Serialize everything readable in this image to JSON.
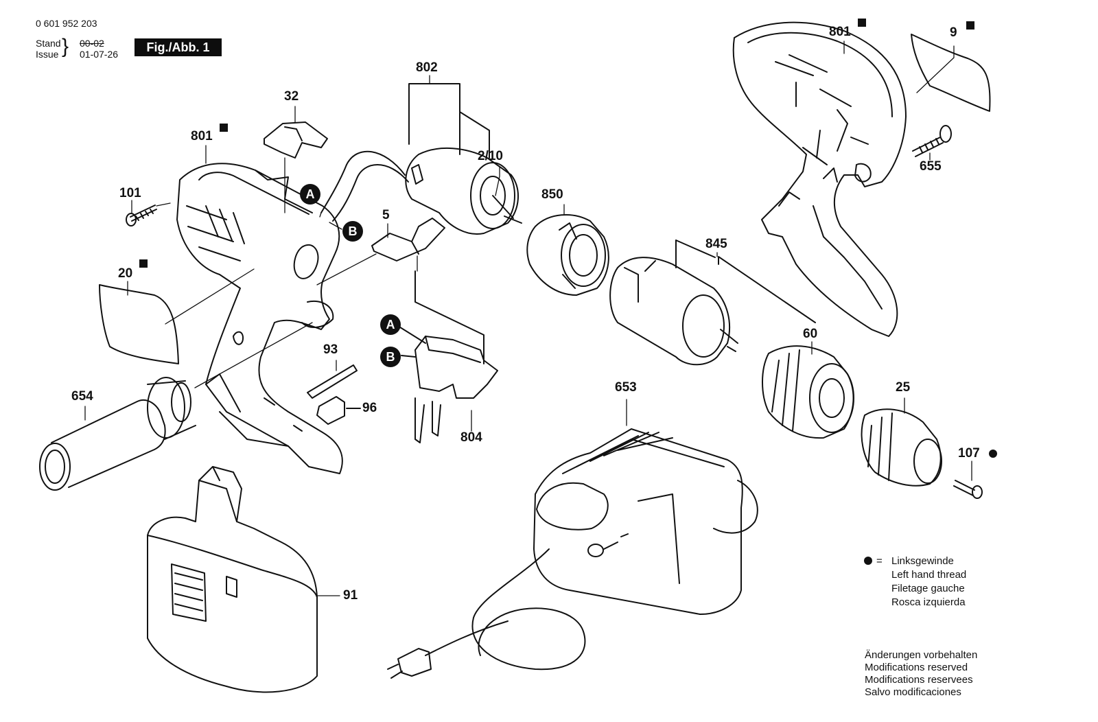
{
  "header": {
    "part_number": "0 601 952 203",
    "stand_label": "Stand",
    "stand_value": "00-02",
    "issue_label": "Issue",
    "issue_value": "01-07-26",
    "figure": "Fig./Abb. 1"
  },
  "parts": {
    "p32": "32",
    "p801_left": "801",
    "p101": "101",
    "p20": "20",
    "p654": "654",
    "p91": "91",
    "p802": "802",
    "p2_10": "2/10",
    "p5": "5",
    "p93": "93",
    "p96": "96",
    "p804": "804",
    "p850": "850",
    "p845": "845",
    "p60": "60",
    "p25": "25",
    "p107": "107",
    "p653": "653",
    "p801_right": "801",
    "p9": "9",
    "p655": "655"
  },
  "connectors": {
    "a_top": "A",
    "b_top": "B",
    "a_switch": "A",
    "b_switch": "B"
  },
  "legend": {
    "symbol": "=",
    "lines": [
      "Linksgewinde",
      "Left hand thread",
      "Filetage gauche",
      "Rosca izquierda"
    ]
  },
  "notes": [
    "Änderungen vorbehalten",
    "Modifications reserved",
    "Modifications reservees",
    "Salvo modificaciones"
  ]
}
